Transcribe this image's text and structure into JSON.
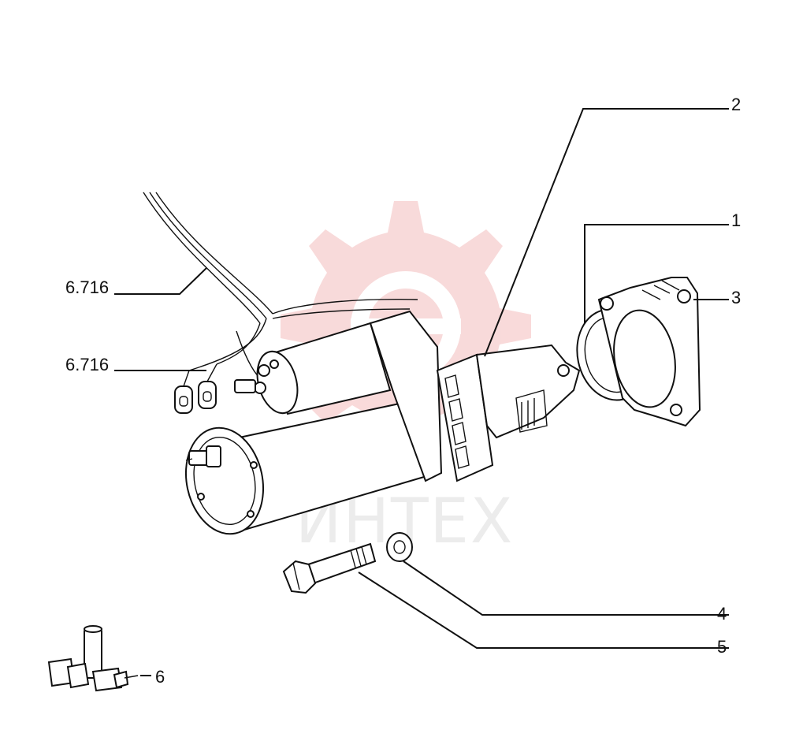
{
  "watermark": {
    "text": "ИНТЕХ",
    "color": "#f2c4c4"
  },
  "callouts": {
    "ref_upper": "6.716",
    "ref_lower": "6.716",
    "c1": "1",
    "c2": "2",
    "c3": "3",
    "c4": "4",
    "c5": "5",
    "c6": "6"
  }
}
